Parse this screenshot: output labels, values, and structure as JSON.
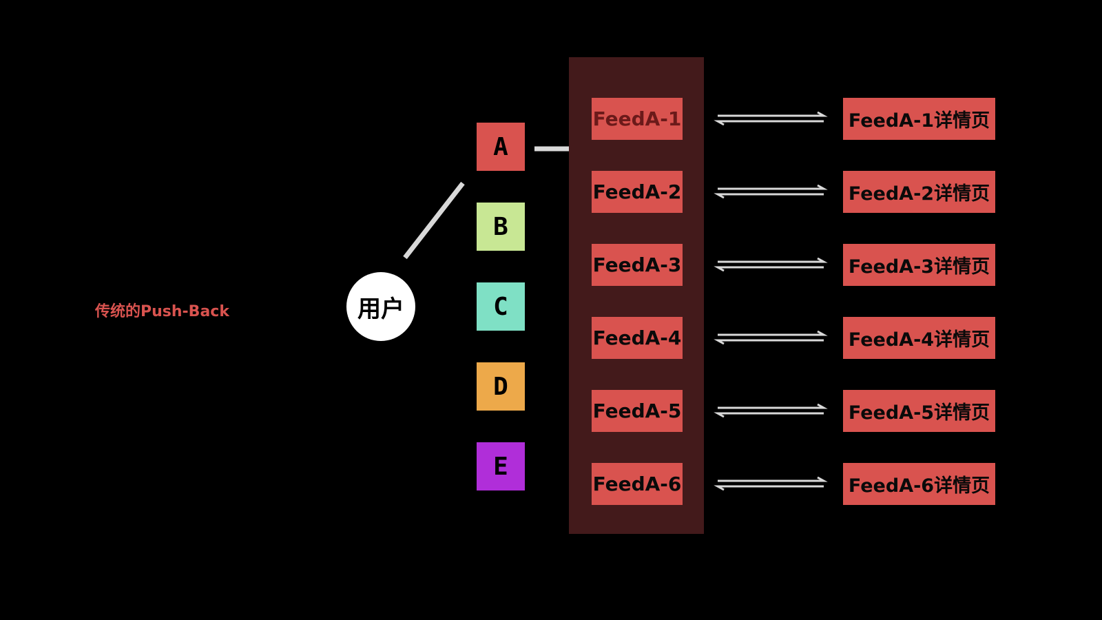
{
  "caption": "传统的Push-Back",
  "user_label": "用户",
  "categories": [
    {
      "label": "A",
      "color": "#d9534f"
    },
    {
      "label": "B",
      "color": "#c8e794"
    },
    {
      "label": "C",
      "color": "#7fe0c5"
    },
    {
      "label": "D",
      "color": "#eda94a"
    },
    {
      "label": "E",
      "color": "#b02ed9"
    }
  ],
  "feeds": [
    {
      "label": "FeedA-1",
      "text_color": "#6b1a1a"
    },
    {
      "label": "FeedA-2",
      "text_color": "#0a0a0a"
    },
    {
      "label": "FeedA-3",
      "text_color": "#0a0a0a"
    },
    {
      "label": "FeedA-4",
      "text_color": "#0a0a0a"
    },
    {
      "label": "FeedA-5",
      "text_color": "#0a0a0a"
    },
    {
      "label": "FeedA-6",
      "text_color": "#0a0a0a"
    }
  ],
  "details": [
    {
      "label": "FeedA-1详情页"
    },
    {
      "label": "FeedA-2详情页"
    },
    {
      "label": "FeedA-3详情页"
    },
    {
      "label": "FeedA-4详情页"
    },
    {
      "label": "FeedA-5详情页"
    },
    {
      "label": "FeedA-6详情页"
    }
  ],
  "colors": {
    "background": "#000000",
    "panel": "#431a1b",
    "item": "#d9534f",
    "line": "#d9d9d9"
  }
}
